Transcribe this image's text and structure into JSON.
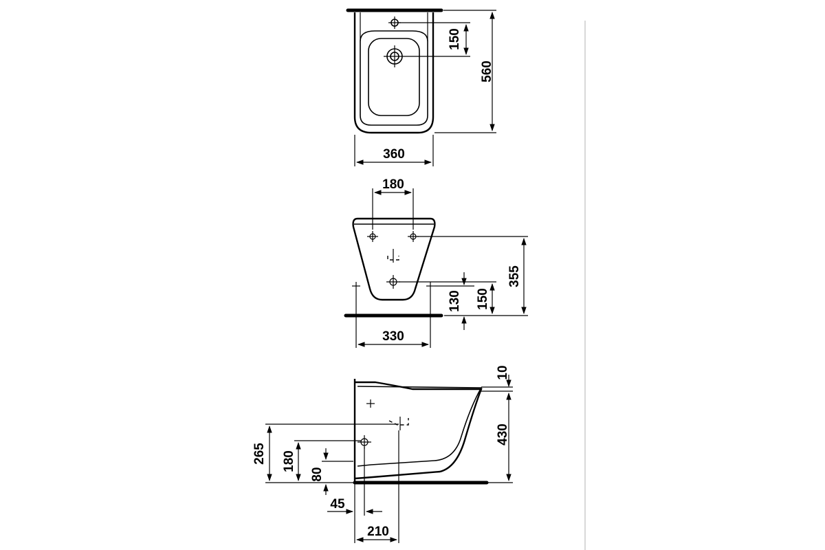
{
  "dimensions": {
    "top_view": {
      "width": "360",
      "depth": "560",
      "outlet_offset": "150"
    },
    "front_view": {
      "bolt_spacing": "180",
      "bolt_height": "355",
      "lower_bolt_spacing": "330",
      "inlet_height_150": "150",
      "inlet_height_130": "130"
    },
    "side_view": {
      "rim_thickness": "10",
      "bowl_height": "430",
      "height_265": "265",
      "height_180": "180",
      "height_80": "80",
      "offset_45": "45",
      "offset_210": "210"
    }
  }
}
